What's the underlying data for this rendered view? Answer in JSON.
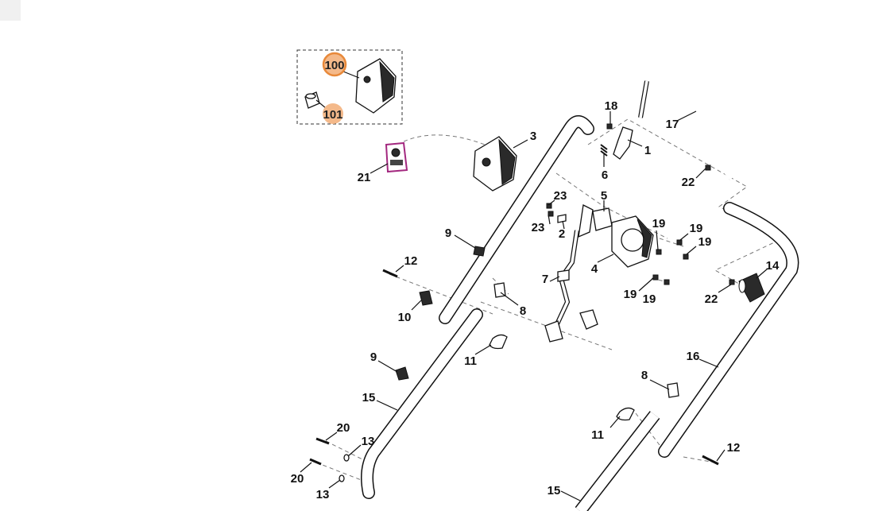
{
  "diagram": {
    "highlight_colors": {
      "ring": "#e8893a",
      "fill": "#f4b98a",
      "decal": "#a3287f"
    },
    "labels": {
      "p100": "100",
      "p101": "101",
      "p21": "21",
      "p3": "3",
      "p18": "18",
      "p17": "17",
      "p1": "1",
      "p6": "6",
      "p22a": "22",
      "p23a": "23",
      "p23b": "23",
      "p5": "5",
      "p2": "2",
      "p19a": "19",
      "p19b": "19",
      "p19c": "19",
      "p4": "4",
      "p14": "14",
      "p9a": "9",
      "p12a": "12",
      "p7": "7",
      "p19d": "19",
      "p19e": "19",
      "p22b": "22",
      "p10": "10",
      "p8a": "8",
      "p11a": "11",
      "p9b": "9",
      "p16": "16",
      "p15a": "15",
      "p8b": "8",
      "p11b": "11",
      "p20a": "20",
      "p13a": "13",
      "p20b": "20",
      "p13b": "13",
      "p12b": "12",
      "p15b": "15"
    }
  }
}
